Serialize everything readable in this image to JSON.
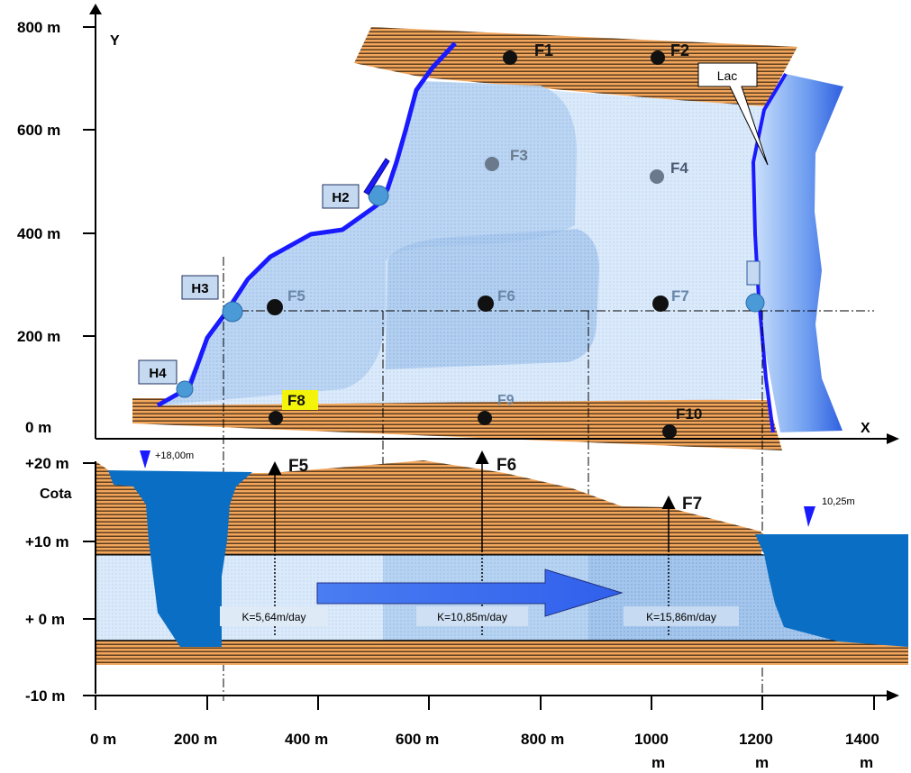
{
  "plan": {
    "y_axis_label": "Y",
    "x_axis_label": "X",
    "y_ticks": [
      "800 m",
      "600 m",
      "400 m",
      "200 m",
      "0 m"
    ],
    "lake_label": "Lac",
    "h_labels": [
      "H2",
      "H3",
      "H4"
    ],
    "wells": [
      "F1",
      "F2",
      "F3",
      "F4",
      "F5",
      "F6",
      "F7",
      "F8",
      "F9",
      "F10"
    ]
  },
  "section": {
    "cota_label": "Cota",
    "elev_ticks": [
      "+20 m",
      "+10 m",
      "+ 0 m",
      "-10 m"
    ],
    "left_water_level": "+18,00m",
    "right_water_level": "10,25m",
    "wells": [
      "F5",
      "F6",
      "F7"
    ],
    "k_values": [
      "K=5,64m/day",
      "K=10,85m/day",
      "K=15,86m/day"
    ]
  },
  "x_axis": {
    "ticks": [
      "0 m",
      "200 m",
      "400 m",
      "600 m",
      "800 m",
      "1000",
      "1200",
      "1400"
    ],
    "unit_suffix": "m"
  },
  "colors": {
    "soil_orange": "#f2a65c",
    "soil_stripe": "#3a2410",
    "river_blue": "#1a1aff",
    "water_section": "#0a6fc4",
    "aquifer_light": "#d6e8fb",
    "aquifer_mid": "#b4d3f3",
    "aquifer_dark": "#90b9e6",
    "label_box": "#c5d9f1",
    "arrow_blue": "#3a6df0"
  }
}
